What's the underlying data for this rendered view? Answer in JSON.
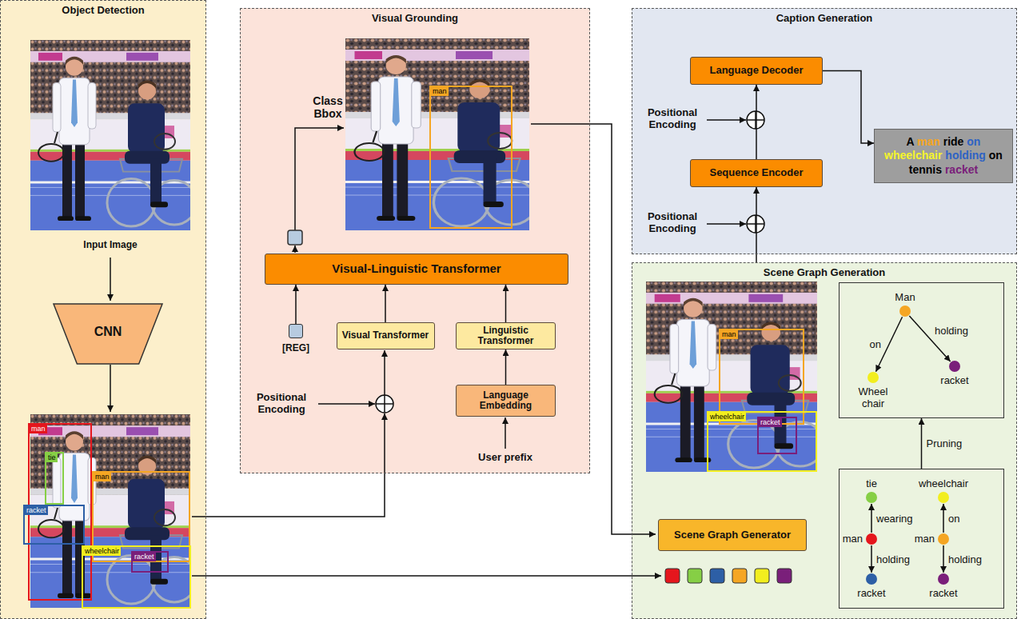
{
  "diagram": {
    "nodes": [
      {
        "text": [
          "Object Detection"
        ]
      },
      {
        "text": [
          "CNN"
        ],
        "in": 0
      },
      {
        "text": [
          "Visual Grounding"
        ]
      },
      {
        "text": [
          "Visual-Linguistic Transformer"
        ],
        "in": 2
      },
      {
        "text": [
          "[REG]"
        ],
        "in": 2
      },
      {
        "text": [
          "Visual Transformer"
        ],
        "in": 2
      },
      {
        "text": [
          "Linguistic Transformer"
        ],
        "in": 2
      },
      {
        "text": [
          "Language Embedding"
        ],
        "in": 2
      },
      {
        "text": [
          "Caption Generation"
        ]
      },
      {
        "text": [
          "Language Decoder"
        ],
        "in": 8
      },
      {
        "text": [
          "Sequence Encoder"
        ],
        "in": 8
      },
      {
        "text": [
          "A man ride on wheelchair holding on tennis racket"
        ],
        "in": 8
      },
      {
        "text": [
          "Scene Graph Generation"
        ]
      },
      {
        "text": [
          "Scene Graph Generator"
        ],
        "in": 12
      },
      {
        "text": [],
        "in": 12
      },
      {
        "text": [
          "Man"
        ],
        "in": 14
      },
      {
        "text": [
          "Wheel chair"
        ],
        "in": 14
      },
      {
        "text": [
          "racket"
        ],
        "in": 14
      },
      {
        "text": [],
        "in": 12
      },
      {
        "text": [
          "tie"
        ],
        "in": 18
      },
      {
        "text": [
          "wheelchair"
        ],
        "in": 18
      },
      {
        "text": [
          "man"
        ],
        "in": 18
      },
      {
        "text": [
          "man"
        ],
        "in": 18
      },
      {
        "text": [
          "racket"
        ],
        "in": 18
      },
      {
        "text": [
          "racket"
        ],
        "in": 18
      }
    ],
    "edges": [
      {
        "from": 5,
        "to": 3,
        "arrow": "to"
      },
      {
        "from": 6,
        "to": 3,
        "arrow": "to"
      },
      {
        "from": 7,
        "to": 6,
        "arrow": "to"
      },
      {
        "from": 4,
        "to": 3,
        "arrow": "to"
      },
      {
        "from": 10,
        "to": 9,
        "arrow": "to"
      },
      {
        "from": 9,
        "to": 11,
        "arrow": "to"
      },
      {
        "from": 12,
        "to": 10,
        "arrow": "to"
      },
      {
        "from": 18,
        "to": 14,
        "label": "Pruning",
        "arrow": "to"
      },
      {
        "from": 15,
        "to": 16,
        "label": "on",
        "arrow": "to"
      },
      {
        "from": 15,
        "to": 17,
        "label": "holding",
        "arrow": "to"
      },
      {
        "from": 21,
        "to": 19,
        "label": "wearing",
        "arrow": "to"
      },
      {
        "from": 21,
        "to": 23,
        "label": "holding",
        "arrow": "to"
      },
      {
        "from": 22,
        "to": 20,
        "label": "on",
        "arrow": "to"
      },
      {
        "from": 22,
        "to": 24,
        "label": "holding",
        "arrow": "to"
      }
    ],
    "labels": [
      "Input Image",
      "Class Bbox",
      "Positional Encoding",
      "User prefix",
      "man",
      "Positional Encoding",
      "Positional Encoding",
      "man",
      "tie",
      "racket",
      "man",
      "wheelchair",
      "racket",
      "man",
      "wheelchair",
      "racket"
    ]
  }
}
